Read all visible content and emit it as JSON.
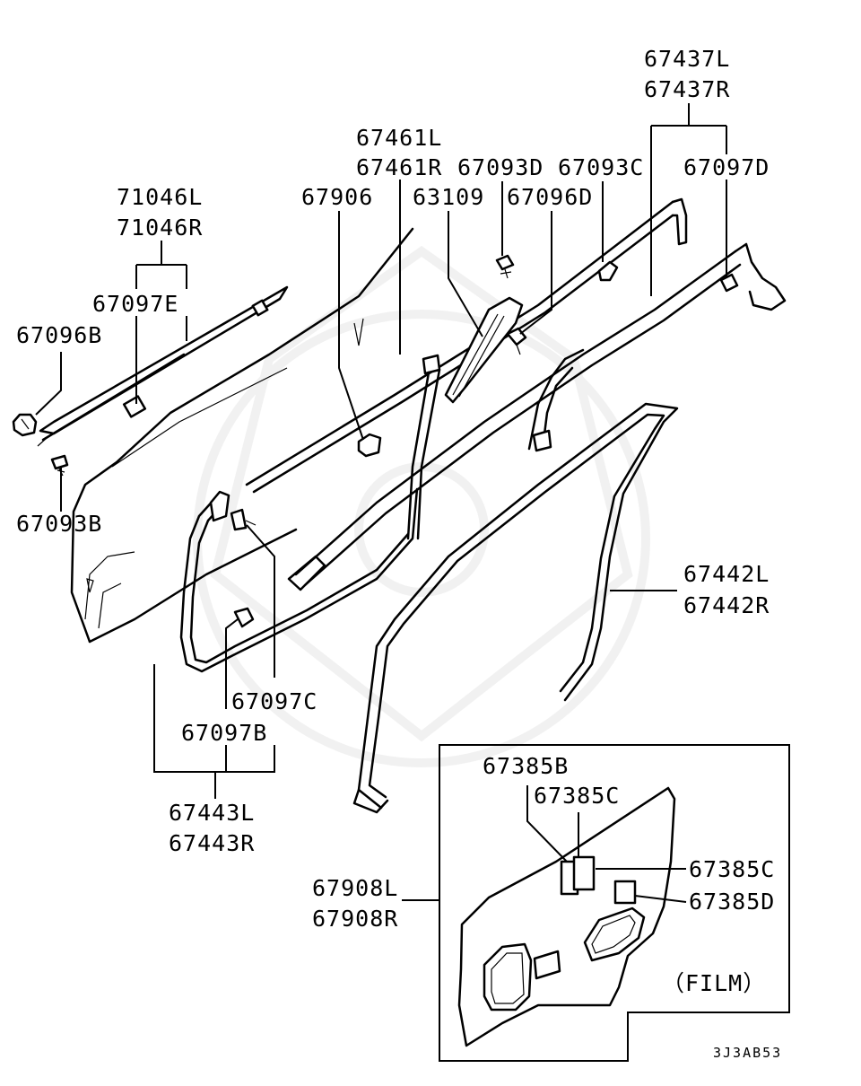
{
  "labels": {
    "p67437": [
      "67437L",
      "67437R"
    ],
    "p67461": [
      "67461L",
      "67461R"
    ],
    "p67093D": "67093D",
    "p67093C": "67093C",
    "p67097D": "67097D",
    "p71046": [
      "71046L",
      "71046R"
    ],
    "p67906": "67906",
    "p63109": "63109",
    "p67096D": "67096D",
    "p67097E": "67097E",
    "p67096B": "67096B",
    "p67093B": "67093B",
    "p67442": [
      "67442L",
      "67442R"
    ],
    "p67097C": "67097C",
    "p67097B": "67097B",
    "p67443": [
      "67443L",
      "67443R"
    ],
    "p67385B": "67385B",
    "p67385C_top": "67385C",
    "p67385C_right": "67385C",
    "p67385D": "67385D",
    "p67908": [
      "67908L",
      "67908R"
    ],
    "film": "（FILM）"
  },
  "diagram_code": "3J3AB53"
}
